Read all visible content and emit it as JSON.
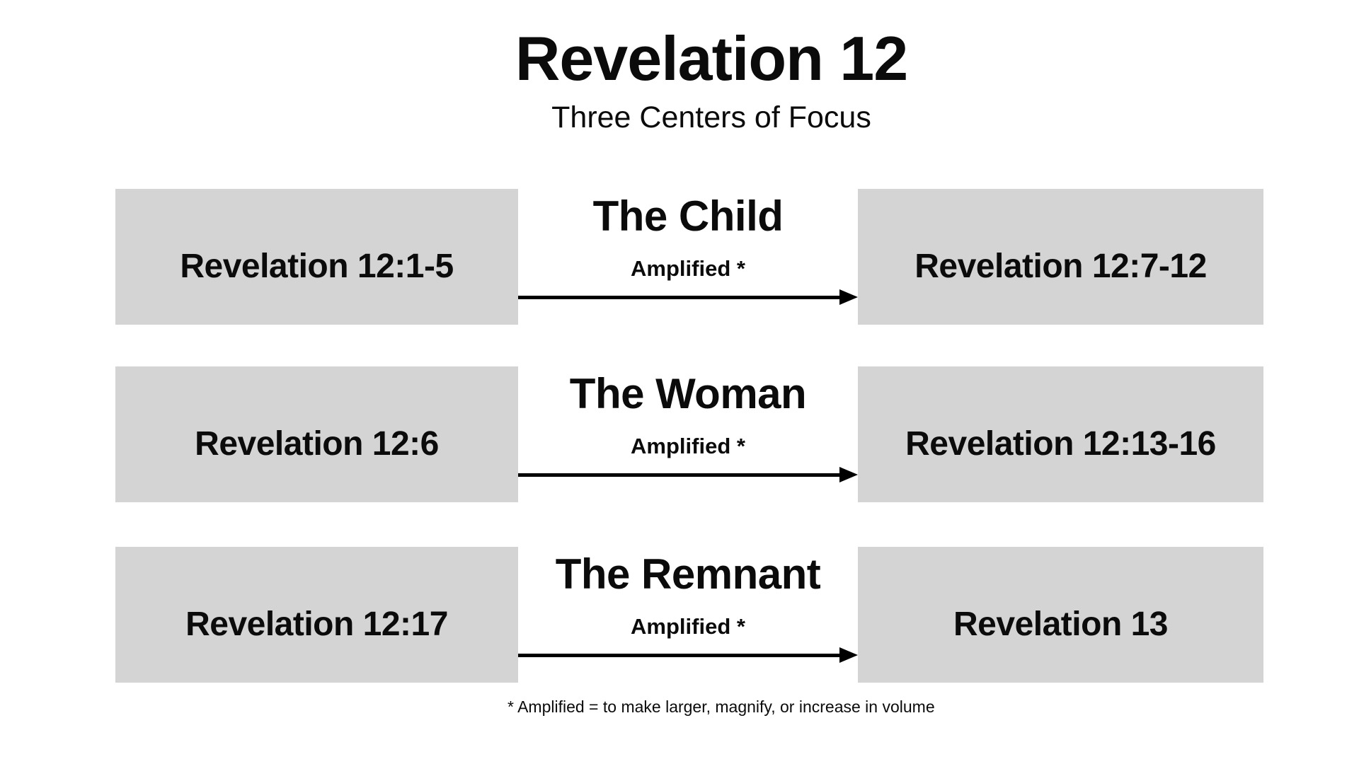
{
  "title": "Revelation 12",
  "subtitle": "Three Centers of Focus",
  "rows": [
    {
      "left_box": "Revelation 12:1-5",
      "center_title": "The Child",
      "center_subtitle": "Amplified *",
      "right_box": "Revelation 12:7-12"
    },
    {
      "left_box": "Revelation 12:6",
      "center_title": "The Woman",
      "center_subtitle": "Amplified *",
      "right_box": "Revelation 12:13-16"
    },
    {
      "left_box": "Revelation 12:17",
      "center_title": "The Remnant",
      "center_subtitle": "Amplified *",
      "right_box": "Revelation 13"
    }
  ],
  "footnote": "* Amplified = to make larger, magnify, or increase in volume",
  "colors": {
    "page_bg": "#ffffff",
    "box_bg": "#d4d4d4",
    "text": "#0b0b0b",
    "arrow": "#000000"
  }
}
